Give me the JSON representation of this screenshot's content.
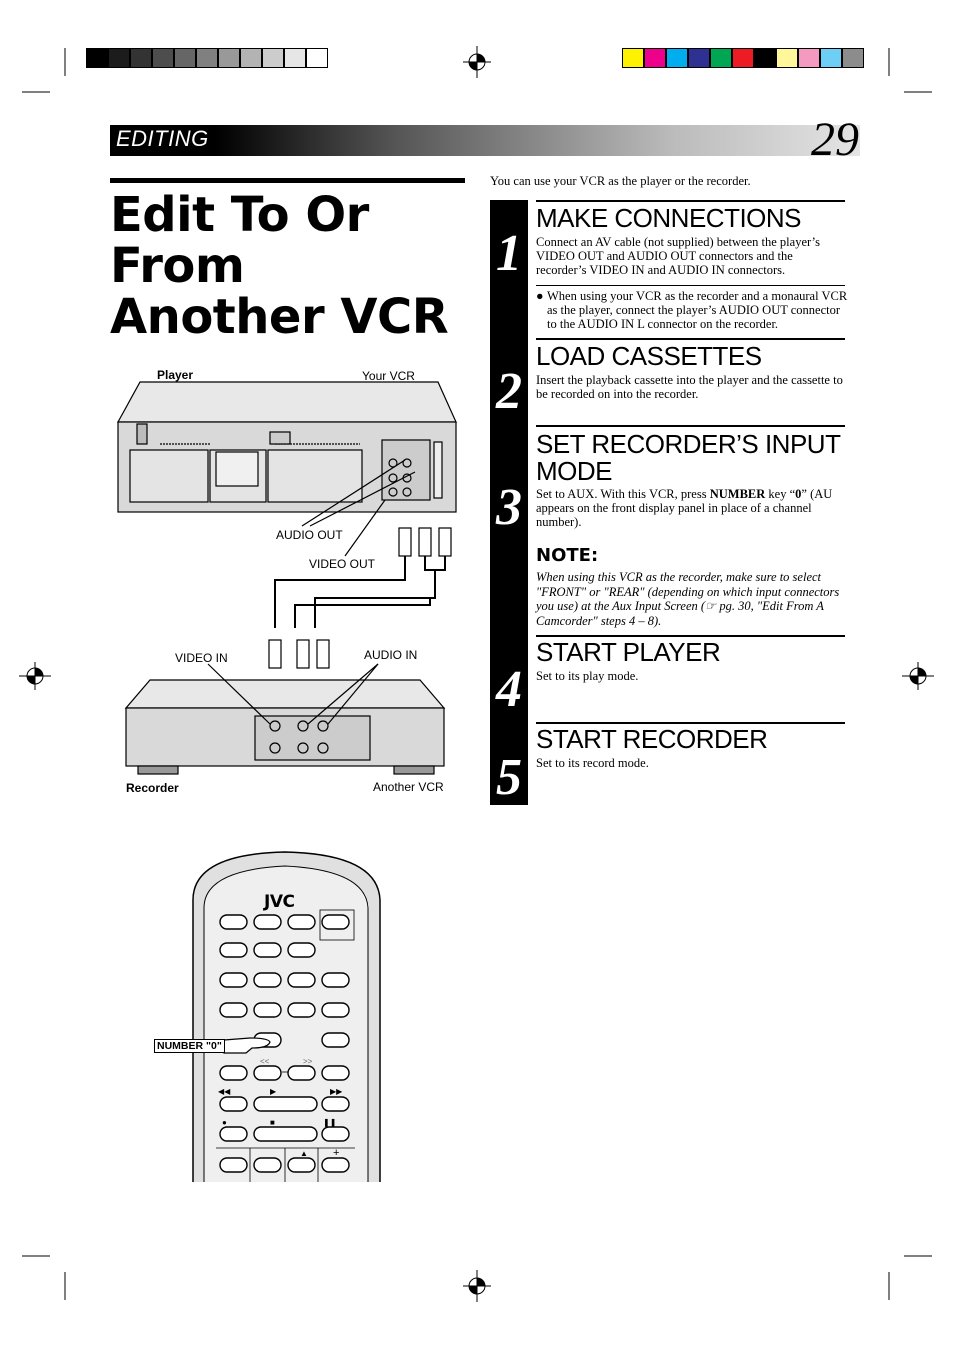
{
  "header": {
    "section": "EDITING",
    "page_number": "29"
  },
  "title": "Edit To Or From Another VCR",
  "intro": "You can use your VCR as the player or the recorder.",
  "steps": [
    {
      "number": "1",
      "heading": "MAKE CONNECTIONS",
      "body": "Connect an AV cable (not supplied) between the player’s VIDEO OUT and AUDIO OUT connectors and the recorder’s VIDEO IN and AUDIO IN connectors.",
      "bullet": "When using your VCR as the recorder and a monaural VCR as the player, connect the player’s AUDIO OUT connector to the AUDIO IN L connector on the recorder."
    },
    {
      "number": "2",
      "heading": "LOAD CASSETTES",
      "body": "Insert the playback cassette into the player and the cassette to be recorded on into the recorder."
    },
    {
      "number": "3",
      "heading": "SET RECORDER’S INPUT MODE",
      "body_pre": "Set to AUX. With this VCR, press ",
      "body_key": "NUMBER",
      "body_mid": " key “",
      "body_zero": "0",
      "body_post": "” (AU appears on the front display panel in place of a channel number).",
      "note_heading": "NOTE:",
      "note_body": "When using this VCR as the recorder, make sure to select \"FRONT\" or \"REAR\" (depending on which input connectors you use) at the Aux Input Screen (☞ pg. 30, \"Edit From A Camcorder\" steps 4 – 8)."
    },
    {
      "number": "4",
      "heading": "START PLAYER",
      "body": "Set to its play mode."
    },
    {
      "number": "5",
      "heading": "START RECORDER",
      "body": "Set to its record mode."
    }
  ],
  "diagram": {
    "player": "Player",
    "your_vcr": "Your VCR",
    "audio_out": "AUDIO OUT",
    "video_out": "VIDEO OUT",
    "video_in": "VIDEO IN",
    "audio_in": "AUDIO IN",
    "recorder": "Recorder",
    "another_vcr": "Another VCR"
  },
  "remote": {
    "brand": "JVC",
    "callout": "NUMBER \"0\""
  },
  "colors": {
    "gray_bar": [
      "#000000",
      "#1c1c1c",
      "#333333",
      "#4d4d4d",
      "#666666",
      "#808080",
      "#999999",
      "#b3b3b3",
      "#cccccc",
      "#e6e6e6",
      "#ffffff"
    ],
    "color_bar": [
      "#fff200",
      "#ec008c",
      "#00aeef",
      "#2e3192",
      "#00a651",
      "#ed1c24",
      "#000000",
      "#fff799",
      "#f49ac1",
      "#6dcff6",
      "#8c8c8c"
    ]
  }
}
